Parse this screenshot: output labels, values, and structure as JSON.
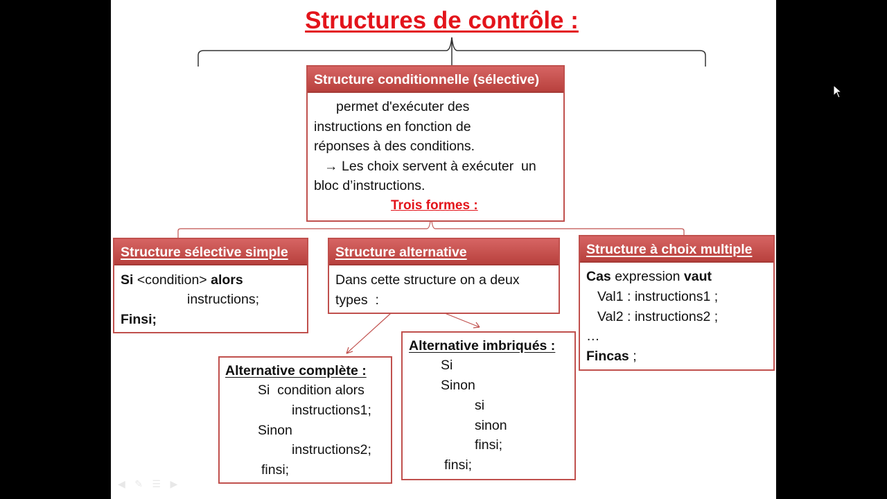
{
  "title": "Structures de contrôle :",
  "colors": {
    "accent": "#c0504d",
    "title_red": "#e3141b"
  },
  "main_box": {
    "header": "Structure conditionnelle (sélective)",
    "lines": [
      "permet d'exécuter des",
      "instructions en fonction de",
      "réponses à des conditions.",
      "Les choix servent à exécuter  un",
      "bloc d’instructions."
    ],
    "arrow_glyph": "→",
    "footer": "Trois formes :"
  },
  "simple_box": {
    "header": "Structure sélective simple",
    "si": "Si",
    "condition": " <condition> ",
    "alors": "alors",
    "instructions": "instructions;",
    "finsi": "Finsi;"
  },
  "alternative_box": {
    "header": "Structure alternative",
    "lines": [
      "Dans cette structure on a deux",
      "types  :"
    ]
  },
  "multiple_box": {
    "header": "Structure à choix multiple",
    "cas": "Cas",
    "expression": " expression ",
    "vaut": "vaut",
    "val1": "Val1 : instructions1 ;",
    "val2": "Val2 : instructions2 ;",
    "ellipsis": "…",
    "fincas": "Fincas",
    "fincas_end": " ;"
  },
  "complete_box": {
    "header": "Alternative complète :",
    "lines": [
      "Si  condition alors",
      "instructions1;",
      "Sinon",
      "instructions2;",
      "finsi;"
    ]
  },
  "nested_box": {
    "header": "Alternative imbriqués :",
    "lines": [
      "Si",
      "Sinon",
      "si",
      "sinon",
      "finsi;",
      "finsi;"
    ]
  }
}
